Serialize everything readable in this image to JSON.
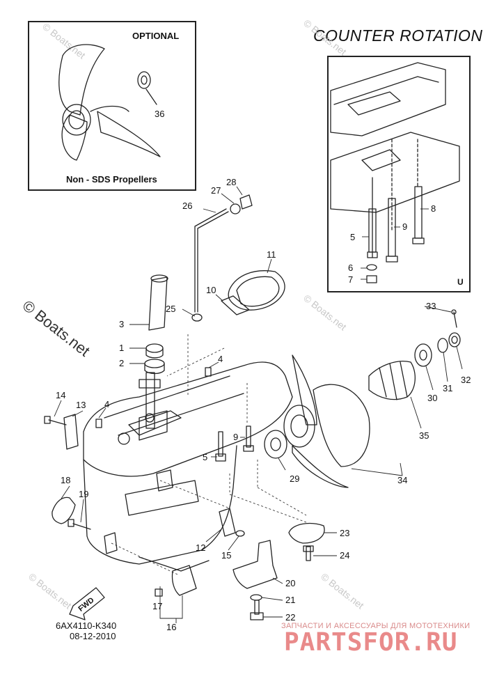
{
  "counter_rotation_title": "COUNTER ROTATION",
  "optional_title": "OPTIONAL",
  "optional_caption": "Non - SDS Propellers",
  "u_mark": "U",
  "fwd_label": "FWD",
  "watermark_text": "© Boats.net",
  "faint_watermark": "© Boats.net",
  "doc_code": "6AX4110-K340",
  "doc_date": "08-12-2010",
  "site_tagline": "ЗАПЧАСТИ И АКСЕССУАРЫ ДЛЯ МОТОТЕХНИКИ",
  "site_logo": "PARTSFOR.RU",
  "callouts": {
    "c1": "1",
    "c2": "2",
    "c3": "3",
    "c4a": "4",
    "c4b": "4",
    "c5a": "5",
    "c5b": "5",
    "c6": "6",
    "c7": "7",
    "c8": "8",
    "c9a": "9",
    "c9b": "9",
    "c10": "10",
    "c11": "11",
    "c12": "12",
    "c13": "13",
    "c14": "14",
    "c15": "15",
    "c16": "16",
    "c17": "17",
    "c18": "18",
    "c19": "19",
    "c20": "20",
    "c21": "21",
    "c22": "22",
    "c23": "23",
    "c24": "24",
    "c25": "25",
    "c26": "26",
    "c27": "27",
    "c28": "28",
    "c29": "29",
    "c30": "30",
    "c31": "31",
    "c32": "32",
    "c33": "33",
    "c34": "34",
    "c35": "35",
    "c36": "36"
  }
}
